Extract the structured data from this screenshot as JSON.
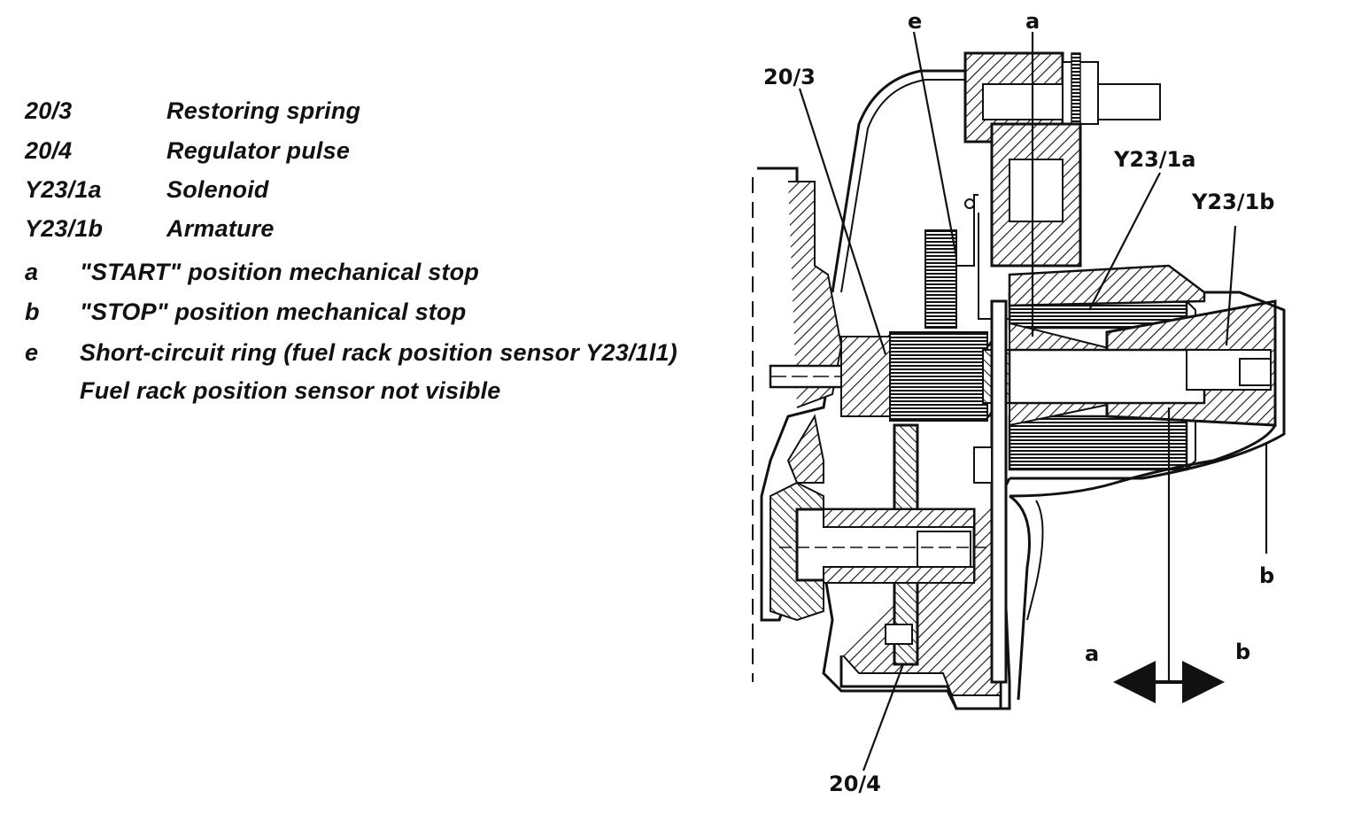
{
  "legend": {
    "rows": [
      {
        "code": "20/3",
        "desc": "Restoring spring"
      },
      {
        "code": "20/4",
        "desc": "Regulator pulse"
      },
      {
        "code": "Y23/1a",
        "desc": "Solenoid"
      },
      {
        "code": "Y23/1b",
        "desc": "Armature"
      },
      {
        "code": "a",
        "desc": "\"START\" position mechanical stop"
      },
      {
        "code": "b",
        "desc": "\"STOP\" position mechanical stop"
      },
      {
        "code": "e",
        "desc": "Short-circuit ring (fuel rack position sensor Y23/1l1)"
      },
      {
        "code": "",
        "desc": "Fuel rack position sensor not visible"
      }
    ]
  },
  "diagram": {
    "labels": {
      "e": "e",
      "a_top": "a",
      "spring": "20/3",
      "solenoid": "Y23/1a",
      "armature": "Y23/1b",
      "b_right": "b",
      "arrow_a": "a",
      "arrow_b": "b",
      "pulse": "20/4"
    }
  }
}
